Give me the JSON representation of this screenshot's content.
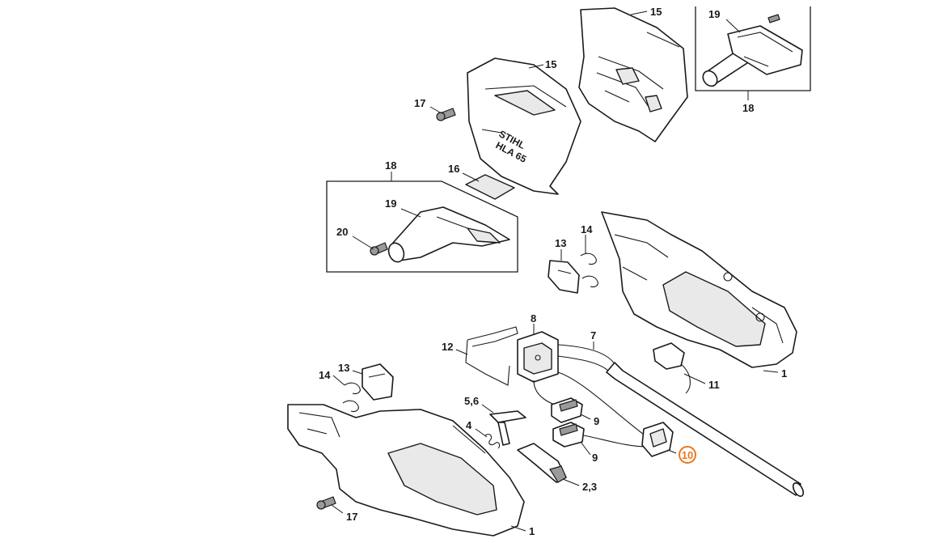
{
  "diagram": {
    "highlight_color": "#e8781e",
    "labels": {
      "p15_top": "15",
      "p19_inset": "19",
      "p18_inset": "18",
      "p15_cover": "15",
      "p17_top": "17",
      "p18_box": "18",
      "p16": "16",
      "p19_box": "19",
      "p20": "20",
      "p13_right": "13",
      "p14_right": "14",
      "p8": "8",
      "p7": "7",
      "p12": "12",
      "p1_right": "1",
      "p11": "11",
      "p13_left": "13",
      "p14_left": "14",
      "p56": "5,6",
      "p9_top": "9",
      "p4": "4",
      "p9_bottom": "9",
      "p10": "10",
      "p23": "2,3",
      "p17_bottom": "17",
      "p1_bottom": "1"
    },
    "housing_brand": "STIHL",
    "housing_model": "HLA 65"
  }
}
